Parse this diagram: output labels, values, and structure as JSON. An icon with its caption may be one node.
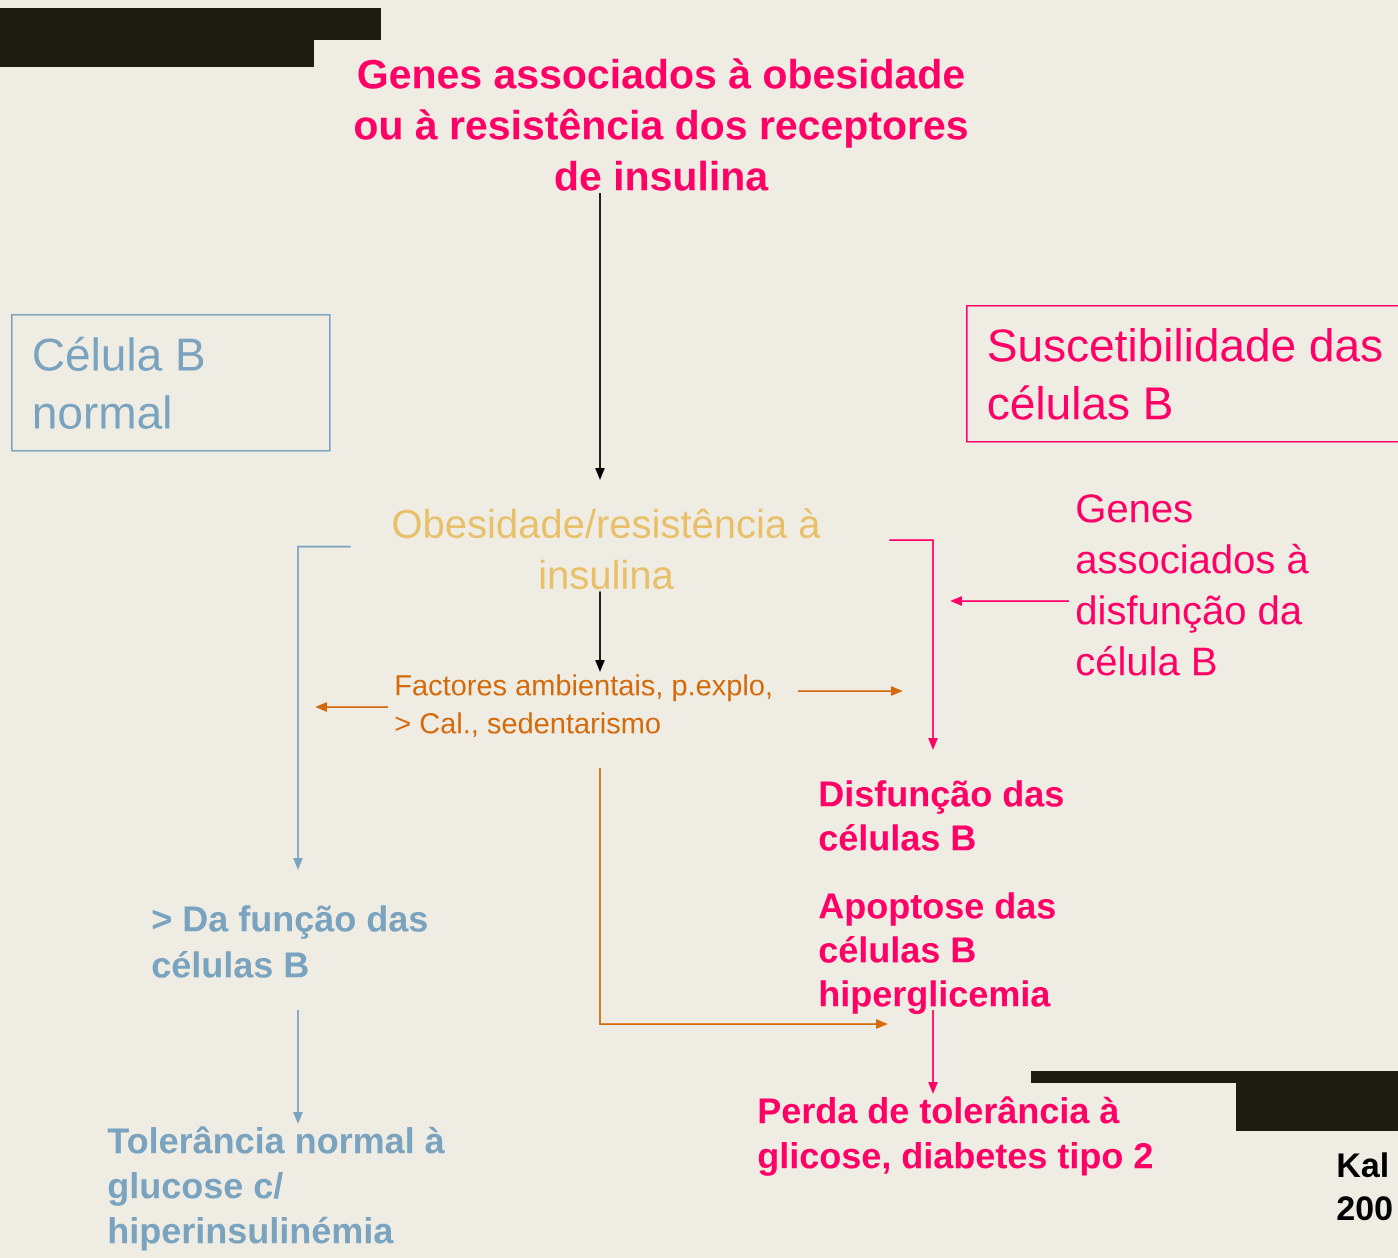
{
  "diagram": {
    "nodes": [
      {
        "text": [
          "Genes associados  à obesidade ou à resistência dos receptores de insulina"
        ]
      },
      {
        "text": [
          "Célula B normal"
        ]
      },
      {
        "text": [
          "Suscetibilidade das células B"
        ]
      },
      {
        "text": [
          "Obesidade/resistência à insulina"
        ]
      },
      {
        "text": [
          "Factores ambientais, p.explo, > Cal., sedentarismo"
        ]
      },
      {
        "text": [
          "Genes associados à disfunção da célula B"
        ]
      },
      {
        "text": [
          "> Da função das células B"
        ]
      },
      {
        "text": [
          "Disfunção das células B"
        ]
      },
      {
        "text": [
          "Apoptose das células B hiperglicemia"
        ]
      },
      {
        "text": [
          "Tolerância normal à glucose  c/ hiperinsulinémia"
        ]
      },
      {
        "text": [
          "Perda de tolerância à glicose, diabetes tipo 2"
        ]
      }
    ],
    "edges": [
      {
        "from": 0,
        "to": 3,
        "arrow": "to",
        "color": "#000000"
      },
      {
        "from": 3,
        "to": 4,
        "arrow": "to",
        "color": "#000000"
      },
      {
        "from": 3,
        "to": 6,
        "arrow": "to",
        "color": "#7aa3bf"
      },
      {
        "from": 3,
        "to": 7,
        "arrow": "to",
        "color": "#ff0066"
      },
      {
        "from": 4,
        "to": null,
        "arrow": "to",
        "color": "#d46a0a"
      },
      {
        "from": 4,
        "to": null,
        "arrow": "to",
        "color": "#d46a0a"
      },
      {
        "from": 5,
        "to": null,
        "arrow": "to",
        "color": "#ff0066"
      },
      {
        "from": 4,
        "to": 8,
        "arrow": "to",
        "color": "#d46a0a"
      },
      {
        "from": 8,
        "to": 10,
        "arrow": "to",
        "color": "#ff0066"
      },
      {
        "from": 6,
        "to": 9,
        "arrow": "to",
        "color": "#7aa3bf"
      }
    ],
    "labels": [
      "Kal",
      "200"
    ]
  }
}
